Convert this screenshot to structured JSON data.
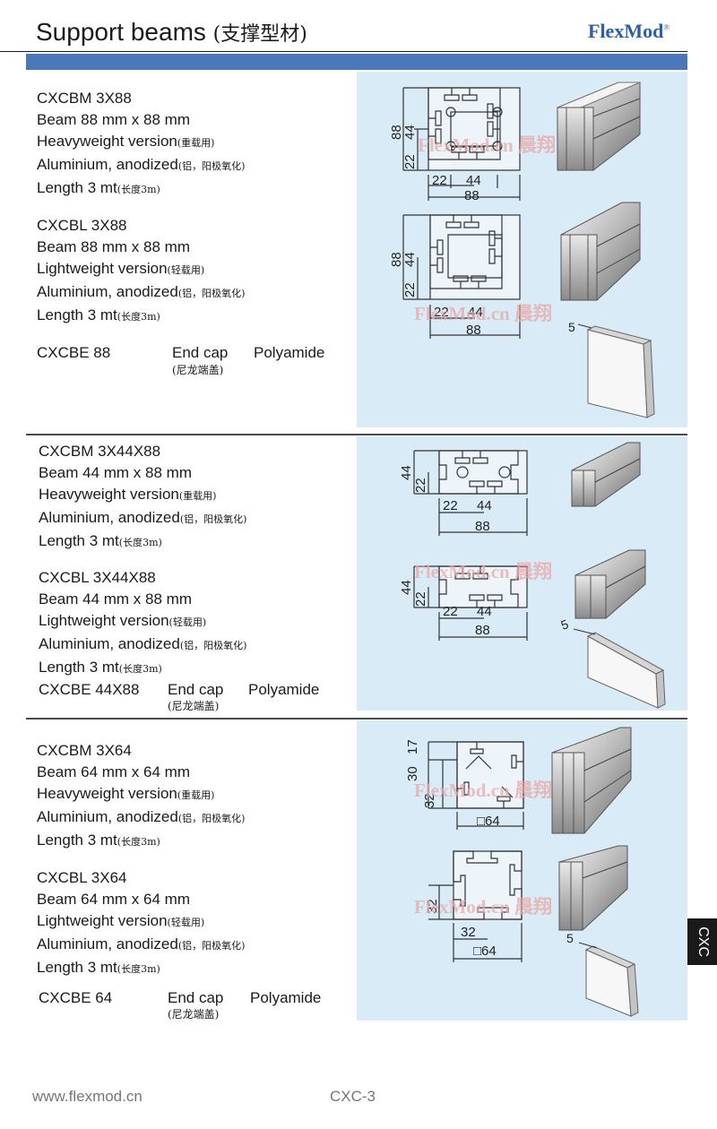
{
  "header": {
    "title": "Support beams",
    "title_cn": "(支撑型材)",
    "brand": "FlexMod",
    "brand_mark": "®"
  },
  "colors": {
    "band": "#4b78b8",
    "panel": "#d9ebf6",
    "brand": "#2c5fa8"
  },
  "watermark": "FlexMod.cn 晨翔",
  "sections": [
    {
      "products": [
        {
          "code": "CXCBM 3X88",
          "size": "Beam 88 mm x 88 mm",
          "version": "Heavyweight version",
          "version_cn": "(重载用)",
          "finish": "Aluminium, anodized",
          "finish_cn": "(铝，阳极氧化)",
          "length": "Length 3 mt",
          "length_cn": "(长度3m)",
          "dims": {
            "height": "88",
            "d1": "44",
            "d2": "22",
            "w1": "22",
            "w2": "44",
            "w3": "88"
          }
        },
        {
          "code": "CXCBL 3X88",
          "size": "Beam 88 mm x 88 mm",
          "version": "Lightweight version",
          "version_cn": "(轻载用)",
          "finish": "Aluminium, anodized",
          "finish_cn": "(铝，阳极氧化)",
          "length": "Length 3 mt",
          "length_cn": "(长度3m)",
          "dims": {
            "height": "88",
            "d1": "44",
            "d2": "22",
            "w1": "22",
            "w2": "44",
            "w3": "88"
          }
        }
      ],
      "endcap": {
        "code": "CXCBE 88",
        "name": "End cap",
        "name_cn": "(尼龙端盖)",
        "material": "Polyamide",
        "dim": "5"
      }
    },
    {
      "products": [
        {
          "code": "CXCBM 3X44X88",
          "size": "Beam 44 mm x 88 mm",
          "version": "Heavyweight version",
          "version_cn": "(重载用)",
          "finish": "Aluminium, anodized",
          "finish_cn": "(铝，阳极氧化)",
          "length": "Length 3 mt",
          "length_cn": "(长度3m)",
          "dims": {
            "height": "44",
            "d1": "22",
            "w1": "22",
            "w2": "44",
            "w3": "88"
          }
        },
        {
          "code": "CXCBL 3X44X88",
          "size": "Beam 44 mm x 88 mm",
          "version": "Lightweight version",
          "version_cn": "(轻载用)",
          "finish": "Aluminium, anodized",
          "finish_cn": "(铝，阳极氧化)",
          "length": "Length 3 mt",
          "length_cn": "(长度3m)",
          "dims": {
            "height": "44",
            "d1": "22",
            "w1": "22",
            "w2": "44",
            "w3": "88"
          }
        }
      ],
      "endcap": {
        "code": "CXCBE 44X88",
        "name": "End cap",
        "name_cn": "(尼龙端盖)",
        "material": "Polyamide",
        "dim": "5"
      }
    },
    {
      "products": [
        {
          "code": "CXCBM 3X64",
          "size": "Beam 64 mm x 64 mm",
          "version": "Heavyweight version",
          "version_cn": "(重载用)",
          "finish": "Aluminium, anodized",
          "finish_cn": "(铝，阳极氧化)",
          "length": "Length 3 mt",
          "length_cn": "(长度3m)",
          "dims": {
            "d1": "17",
            "d2": "30",
            "d3": "32",
            "w": "□64"
          }
        },
        {
          "code": "CXCBL 3X64",
          "size": "Beam 64 mm x 64 mm",
          "version": "Lightweight version",
          "version_cn": "(轻载用)",
          "finish": "Aluminium, anodized",
          "finish_cn": "(铝，阳极氧化)",
          "length": "Length 3 mt",
          "length_cn": "(长度3m)",
          "dims": {
            "d1": "32",
            "w1": "32",
            "w": "□64"
          }
        }
      ],
      "endcap": {
        "code": "CXCBE 64",
        "name": "End cap",
        "name_cn": "(尼龙端盖)",
        "material": "Polyamide",
        "dim": "5"
      }
    }
  ],
  "side_tab": "CXC",
  "footer": {
    "url": "www.flexmod.cn",
    "page": "CXC-3"
  }
}
